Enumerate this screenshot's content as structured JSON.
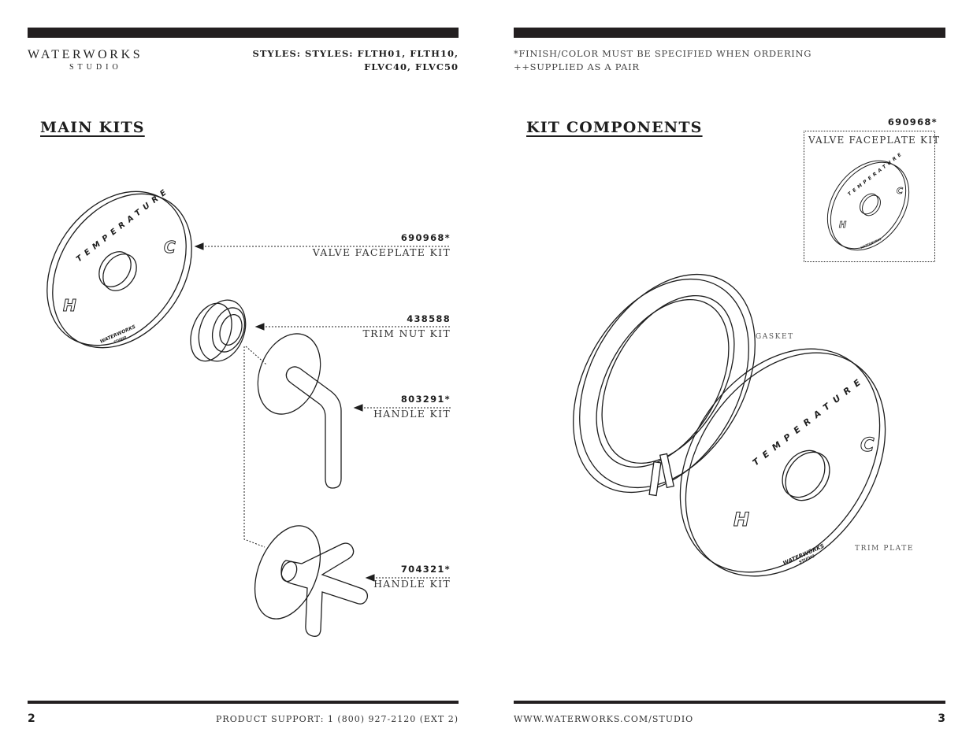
{
  "left_page": {
    "brand": {
      "main": "WATERWORKS",
      "sub": "STUDIO"
    },
    "styles_line1": "STYLES: STYLES: FLTH01, FLTH10,",
    "styles_line2": "FLVC40, FLVC50",
    "heading": "MAIN KITS",
    "callouts": [
      {
        "number": "690968*",
        "name": "VALVE FACEPLATE KIT"
      },
      {
        "number": "438588",
        "name": "TRIM NUT KIT"
      },
      {
        "number": "803291*",
        "name": "HANDLE KIT"
      },
      {
        "number": "704321*",
        "name": "HANDLE KIT"
      }
    ],
    "footer": {
      "page_number": "2",
      "support": "PRODUCT SUPPORT: 1 (800) 927-2120 (EXT 2)"
    }
  },
  "right_page": {
    "note_line1": "*FINISH/COLOR MUST BE SPECIFIED WHEN ORDERING",
    "note_line2": "++SUPPLIED AS A PAIR",
    "heading": "KIT COMPONENTS",
    "inset": {
      "number": "690968*",
      "name": "VALVE FACEPLATE KIT"
    },
    "labels": {
      "gasket": "GASKET",
      "trim_plate": "TRIM PLATE"
    },
    "footer": {
      "website": "WWW.WATERWORKS.COM/STUDIO",
      "page_number": "3"
    }
  },
  "faceplate_text": {
    "temperature": "TEMPERATURE",
    "hot": "H",
    "cold": "C",
    "brand": "WATERWORKS",
    "brand_sub": "STUDIO"
  }
}
